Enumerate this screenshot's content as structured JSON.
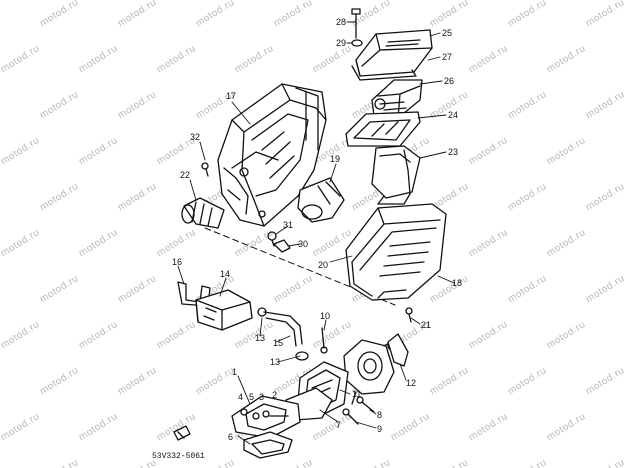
{
  "watermark_text": "motod.ru",
  "diagram_code": "53V332-5061",
  "part_numbers": [
    "28",
    "29",
    "25",
    "27",
    "26",
    "24",
    "23",
    "17",
    "32",
    "19",
    "22",
    "31",
    "30",
    "20",
    "18",
    "21",
    "16",
    "14",
    "13",
    "15",
    "10",
    "13",
    "12",
    "1",
    "11",
    "4",
    "5",
    "3",
    "2",
    "8",
    "7",
    "9",
    "6"
  ],
  "icons": {
    "air-filter-case": "outline-drawing",
    "air-cleaner-box": "outline-drawing",
    "carburetor": "outline-drawing",
    "reed-valve": "outline-drawing"
  },
  "colors": {
    "line": "#111111",
    "watermark": "#b8b8b8",
    "background": "#ffffff"
  }
}
